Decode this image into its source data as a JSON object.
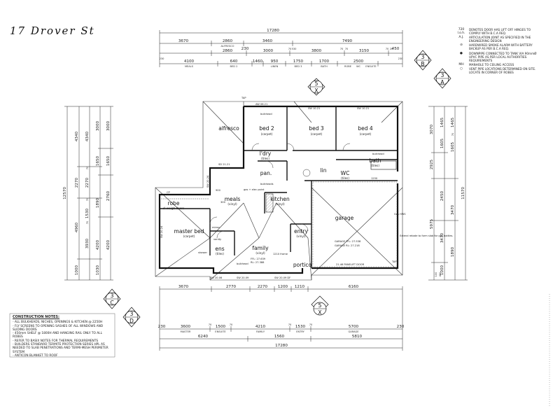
{
  "handwritten_title": "17 Drover St",
  "top_dims": {
    "overall": "17280",
    "row1": [
      "3670",
      "2860",
      "3460",
      "7490"
    ],
    "row2": [
      "2860",
      "230",
      "3000",
      "3800",
      "3150",
      "450"
    ],
    "row2_small": [
      "70",
      "530",
      "70",
      "70",
      "70",
      "20"
    ],
    "row3": [
      "4100",
      "640",
      "1460",
      "950",
      "1750",
      "1700",
      "2500"
    ],
    "row3_small": [
      "230",
      "230"
    ],
    "alfresco_note": "ALFRESCO",
    "sub_labels": [
      "MEALS",
      "BED 2",
      "LINEN",
      "BED 3",
      "BATH",
      "ROBE",
      "WC",
      "ENSUITE"
    ]
  },
  "bottom_dims": {
    "row1": [
      "3670",
      "2770",
      "2270",
      "1200",
      "1210",
      "6160"
    ],
    "row2": [
      "230",
      "3600",
      "70",
      "1500",
      "70",
      "4210",
      "70",
      "1530",
      "70",
      "5700",
      "230"
    ],
    "row2_sub": [
      "MASTER",
      "ENSUITE",
      "FAMILY",
      "ENTRY",
      "GARAGE"
    ],
    "row3": [
      "6240",
      "1560",
      "5810"
    ],
    "overall": "17280"
  },
  "left_dims": {
    "overall": "12570",
    "col1": [
      "4340",
      "2270",
      "4960",
      "1000"
    ],
    "col2": [
      "4340",
      "70",
      "2270",
      "70",
      "1530",
      "70",
      "3930"
    ],
    "col3": [
      "3000",
      "1650",
      "1890",
      "4200",
      "1030"
    ],
    "col4": [
      "3000",
      "1650",
      "2760",
      "4200"
    ]
  },
  "right_dims": {
    "overall": "11570",
    "col1": [
      "3070",
      "2925",
      "5975"
    ],
    "col2": [
      "1465",
      "1605",
      "2450",
      "3470",
      "1000"
    ],
    "col3": [
      "1465",
      "70",
      "1605",
      "3470",
      "1890"
    ],
    "col4": [
      "100",
      "450"
    ]
  },
  "rooms": [
    {
      "name": "alfresco",
      "sub": ""
    },
    {
      "name": "bed 2",
      "sub": "(carpet)"
    },
    {
      "name": "bed 3",
      "sub": "(carpet)"
    },
    {
      "name": "bed 4",
      "sub": "(carpet)"
    },
    {
      "name": "l'dry",
      "sub": "(tiles)"
    },
    {
      "name": "bath",
      "sub": "(tiles)"
    },
    {
      "name": "lin",
      "sub": ""
    },
    {
      "name": "pan.",
      "sub": ""
    },
    {
      "name": "WC",
      "sub": "(tiles)"
    },
    {
      "name": "meals",
      "sub": "(vinyl)"
    },
    {
      "name": "kitchen",
      "sub": "(vinyl)"
    },
    {
      "name": "garage",
      "sub": ""
    },
    {
      "name": "robe",
      "sub": "sl-weigh doors"
    },
    {
      "name": "master bed",
      "sub": "(carpet)"
    },
    {
      "name": "ens",
      "sub": "(tiles)"
    },
    {
      "name": "family",
      "sub": "(vinyl)"
    },
    {
      "name": "entry",
      "sub": "(vinyl)"
    },
    {
      "name": "portico",
      "sub": ""
    }
  ],
  "annotations": {
    "tap_top": "TAP",
    "tap_right": "TAP",
    "aw": "AW 06.21",
    "sw_bed3": "SW 10.21",
    "sw_bed4": "SW 10.21",
    "sd": "SD 21.21",
    "sw_left": "SW 20.24",
    "sw_master": "SW 20.24",
    "sw_bottom": [
      "SW 20.06",
      "SW 20.09",
      "SW 20.09 DF"
    ],
    "bulkhead": "bulkhead",
    "bulkheads": "bulkheads",
    "gas_elec": "gas + elec point",
    "mirror": "mirror",
    "vanity": "vanity",
    "shower": "shower",
    "cp": "CP",
    "ffl": "FFL: 27.639",
    "rl": "RL: 27.388",
    "frame": "1210 frame",
    "garage_ffl": "GARAGE FFL: 27.538",
    "garage_rl": "GARAGE RL: 27.218",
    "panel_door": "21.46 PANELIFT DOOR",
    "gas_hws": "Gas HWS",
    "extend_note": "Extend rebate to form slab for gas bottles.",
    "walls_900": "900",
    "walls_300": "300",
    "wall_1250": "1250"
  },
  "section_markers": [
    {
      "num": "5",
      "letter": "X"
    },
    {
      "num": "5",
      "letter": "X"
    },
    {
      "num": "3",
      "letter": "B"
    },
    {
      "num": "3",
      "letter": "A"
    },
    {
      "num": "3",
      "letter": "C"
    },
    {
      "num": "3",
      "letter": "D"
    }
  ],
  "legend": {
    "rows": [
      {
        "sym": "720 l.o.h.",
        "text": "DENOTES DOOR HAS LIFT OFF HINGES TO COMPLY WITH B.C.A REQ."
      },
      {
        "sym": "A.J.",
        "text": "ARTICULATION JOINT AS SPECIFIED IN THE ENGINEERING DESIGN"
      },
      {
        "sym": "",
        "text": "HARDWIRED SMOKE ALARM WITH BATTERY BACKUP AS PER B.C.A REQ."
      },
      {
        "sym": "",
        "text": "DOWNPIPE CONNECTED TO TANK VIA 90mmØ UPVC PIPE AS PER LOCAL AUTHORITIES REQUIREMENTS"
      },
      {
        "sym": "MH",
        "text": "MANHOLE TO CEILING ACCESS"
      },
      {
        "sym": "",
        "text": "VENT PIPE LOCATIONS DETERMINED ON SITE. LOCATE IN CORNER OF ROBES"
      }
    ]
  },
  "notes": {
    "title": "CONSTRUCTION NOTES:",
    "lines": [
      "- ALL BULKHEADS, NICHES, OPENINGS & KITCHEN @ 2250H",
      "- FLY SCREENS TO OPENING SASHES OF ALL WINDOWS AND SLIDING DOORS",
      "- 450mm SHELF @ 1800H AND HANGING RAIL ONLY TO ALL ROBES",
      "- REFER TO BASIX NOTES FOR THERMAL REQUIREMENTS",
      "- BUILDERS STANDARD TERMITE PROTECTION SERIES HPL AS NEEDED TO SLAB PENETRATIONS AND TERMI-MESH PERIMETER SYSTEM",
      "- ANTICON BLANKET TO ROOF"
    ]
  },
  "colors": {
    "ink": "#111111",
    "paper": "#ffffff",
    "hatch": "#444444"
  }
}
